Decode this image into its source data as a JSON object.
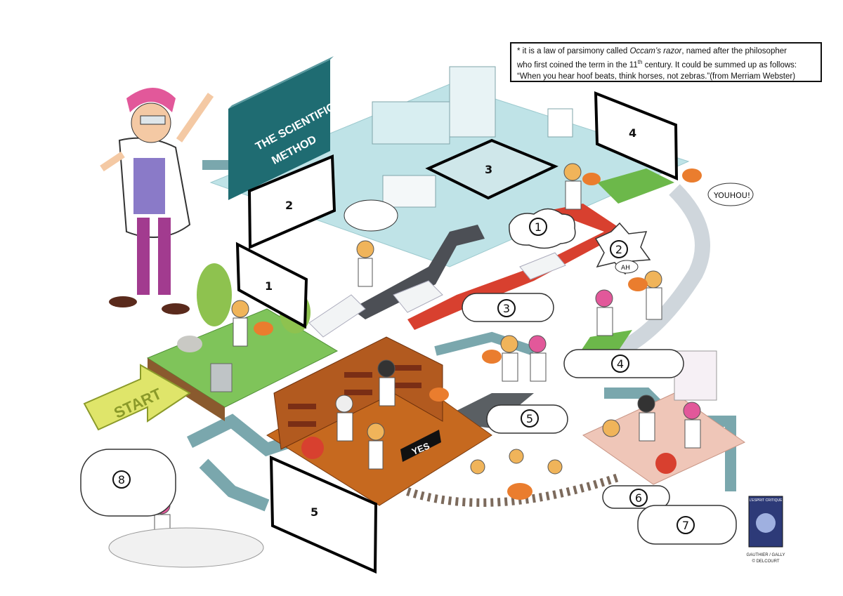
{
  "note": {
    "line1_prefix": "*  it is a law of parsimony called ",
    "line1_italic": "Occam’s razor",
    "line1_suffix": ", named after the philosopher",
    "line2_prefix": "who first coined the term in the 11",
    "line2_sup": "th",
    "line2_suffix": " century. It could be summed up as follows:",
    "line3": "“When you hear hoof beats, think horses, not zebras.”(from Merriam Webster)"
  },
  "sign": {
    "line1": "THE SCIENTIFIC",
    "line2": "METHOD"
  },
  "start_label": "START",
  "yes_label": "YES",
  "speech": {
    "youhou": "YOUHOU!",
    "ah": "AH"
  },
  "boxes": [
    "1",
    "2",
    "3",
    "4",
    "5"
  ],
  "bubbles": [
    "1",
    "2",
    "3",
    "4",
    "5",
    "6",
    "7",
    "8"
  ],
  "book": {
    "title": "L’ESPRIT CRITIQUE",
    "authors": "GAUTHIER / GALLY",
    "publisher": "© DELCOURT"
  },
  "colors": {
    "sign": "#1f6c72",
    "floor": "#bfe3e7",
    "library": "#b25a1f",
    "lab_floor": "#efc6b8",
    "path_red": "#d8402f",
    "path_green": "#6cb84a",
    "pipe": "#7aa7ad",
    "start_arrow": "#dfe56a"
  }
}
